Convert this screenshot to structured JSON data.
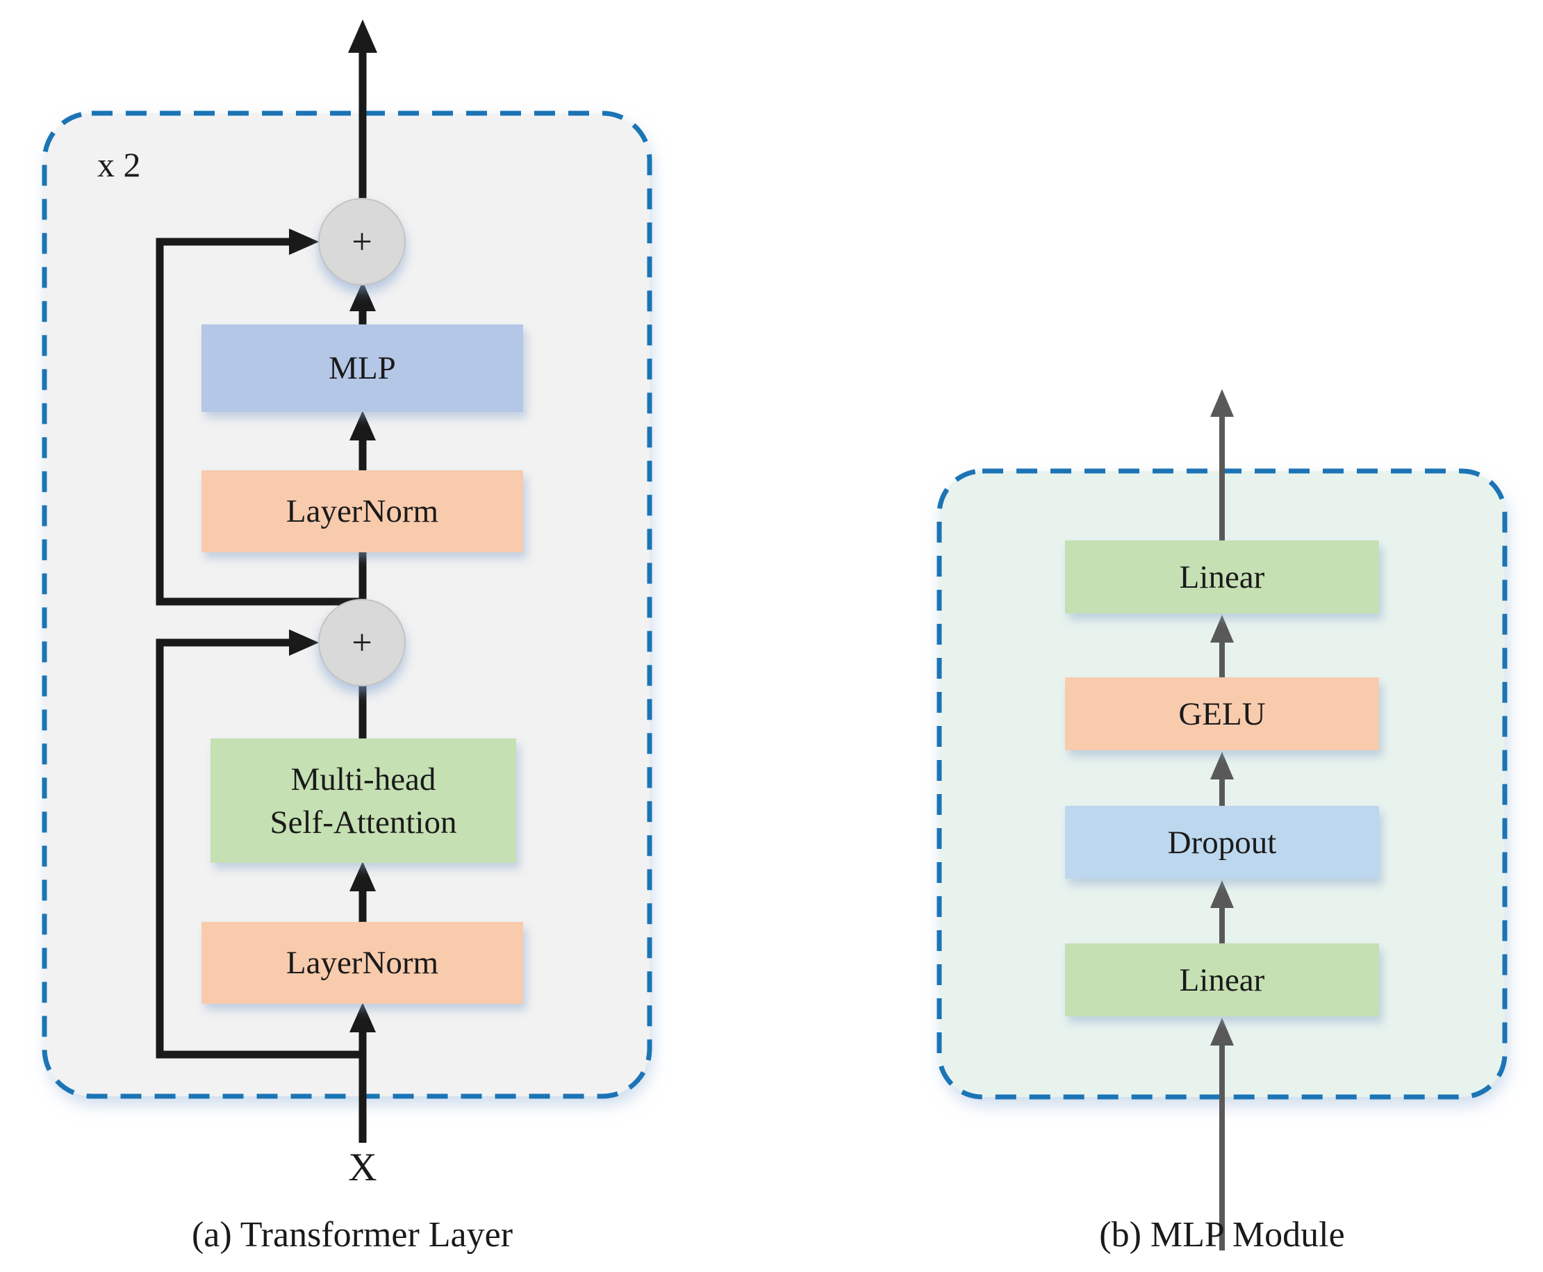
{
  "figure": {
    "type": "architecture-diagram"
  },
  "colors": {
    "panel_a_fill": "#f2f2f2",
    "panel_b_fill": "#e8f3ee",
    "dashed_border": "#1b74b5",
    "block_blue": "#b4c7e7",
    "block_orange": "#f8cbad",
    "block_green": "#c5e0b3",
    "block_lightblue": "#bdd7ee",
    "node_gray": "#d9d9d9",
    "arrow_black": "#1a1a1a",
    "arrow_gray": "#595959"
  },
  "panel_a": {
    "repeat_label": "x 2",
    "add_symbol": "+",
    "blocks": {
      "mlp": "MLP",
      "layernorm_top": "LayerNorm",
      "msa_line1": "Multi-head",
      "msa_line2": "Self-Attention",
      "layernorm_bottom": "LayerNorm"
    },
    "input_label": "X",
    "caption": "(a) Transformer Layer"
  },
  "panel_b": {
    "blocks": {
      "linear_top": "Linear",
      "gelu": "GELU",
      "dropout": "Dropout",
      "linear_bottom": "Linear"
    },
    "caption": "(b) MLP Module"
  }
}
